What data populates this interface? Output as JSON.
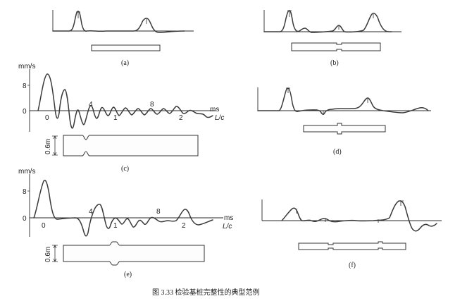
{
  "caption": "图 3.33    检验基桩完整性的典型范例",
  "panels": {
    "a": {
      "label": "(a)"
    },
    "b": {
      "label": "(b)"
    },
    "c": {
      "label": "(c)",
      "y_unit": "mm/s",
      "y_ticks": [
        "8",
        "0"
      ],
      "x_ticks_top": [
        "4",
        "8"
      ],
      "x_ticks_bottom": [
        "0",
        "1",
        "2"
      ],
      "x_unit_top": "ms",
      "x_unit_bottom": "L/c",
      "length_label": "0.6m"
    },
    "d": {
      "label": "(d)"
    },
    "e": {
      "label": "(e)",
      "y_unit": "mm/s",
      "y_ticks": [
        "8",
        "0"
      ],
      "x_ticks_top": [
        "4",
        "8"
      ],
      "x_ticks_bottom": [
        "0",
        "1",
        "2"
      ],
      "x_unit_top": "ms",
      "x_unit_bottom": "L/c",
      "length_label": "0.6m"
    },
    "f": {
      "label": "(f)"
    }
  }
}
